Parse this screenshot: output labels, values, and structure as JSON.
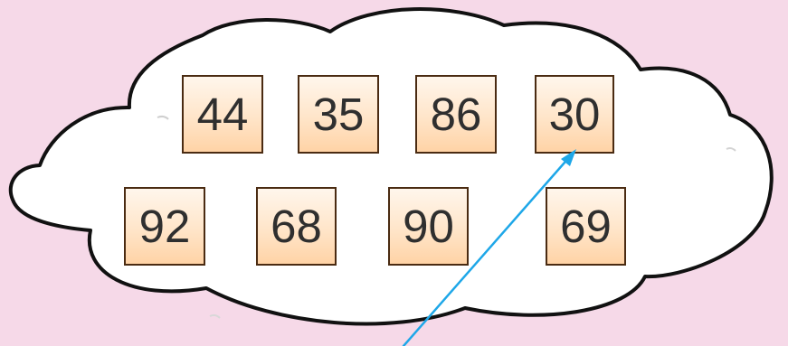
{
  "numbers": {
    "top_row": [
      "44",
      "35",
      "86",
      "30"
    ],
    "bottom_row": [
      "92",
      "68",
      "90",
      "69"
    ]
  },
  "colors": {
    "background": "#f6d9e8",
    "cloud_fill": "#ffffff",
    "cloud_outline": "#111111",
    "box_border": "#4a2b12",
    "box_gradient_top": "#fff6ec",
    "box_gradient_bottom": "#ffd3a6",
    "arrow": "#1ea7e8"
  },
  "icons": {
    "cloud": "cloud-shape",
    "arrow": "pointer-arrow"
  }
}
